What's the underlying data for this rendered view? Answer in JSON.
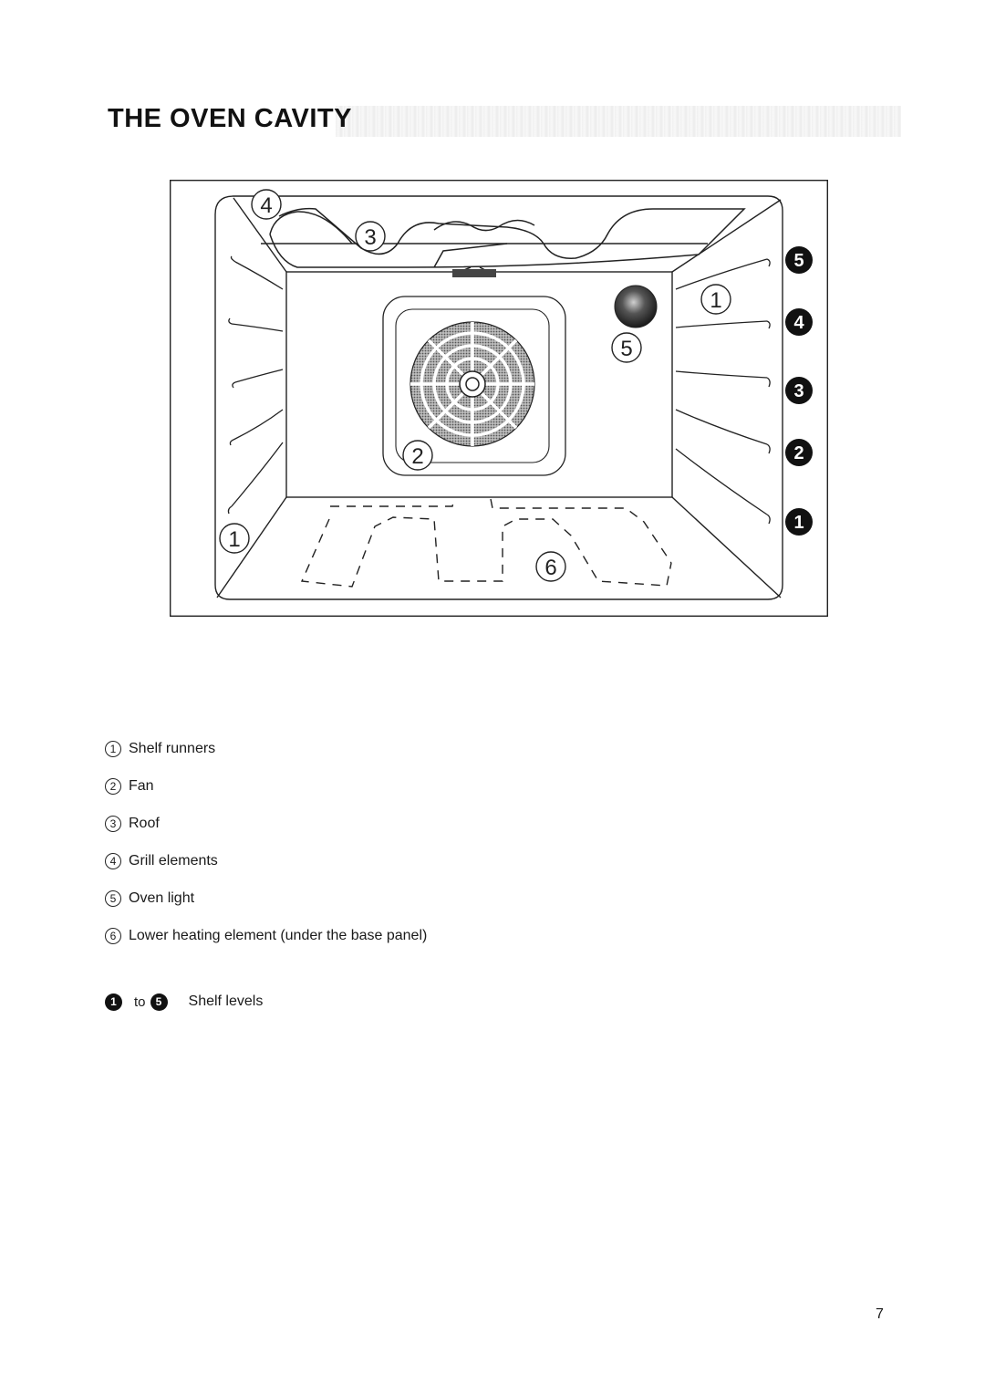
{
  "title": "THE OVEN CAVITY",
  "diagram": {
    "callouts": [
      "1",
      "2",
      "3",
      "4",
      "5",
      "6"
    ],
    "shelf_levels": [
      "5",
      "4",
      "3",
      "2",
      "1"
    ]
  },
  "legend": {
    "items": [
      {
        "num": "1",
        "text": "Shelf runners"
      },
      {
        "num": "2",
        "text": "Fan"
      },
      {
        "num": "3",
        "text": "Roof"
      },
      {
        "num": "4",
        "text": "Grill elements"
      },
      {
        "num": "5",
        "text": "Oven light"
      },
      {
        "num": "6",
        "text": "Lower heating element (under the base panel)"
      }
    ],
    "shelf_from": "1",
    "shelf_to_word": "to",
    "shelf_to": "5",
    "shelf_text": "Shelf levels"
  },
  "page_number": "7"
}
